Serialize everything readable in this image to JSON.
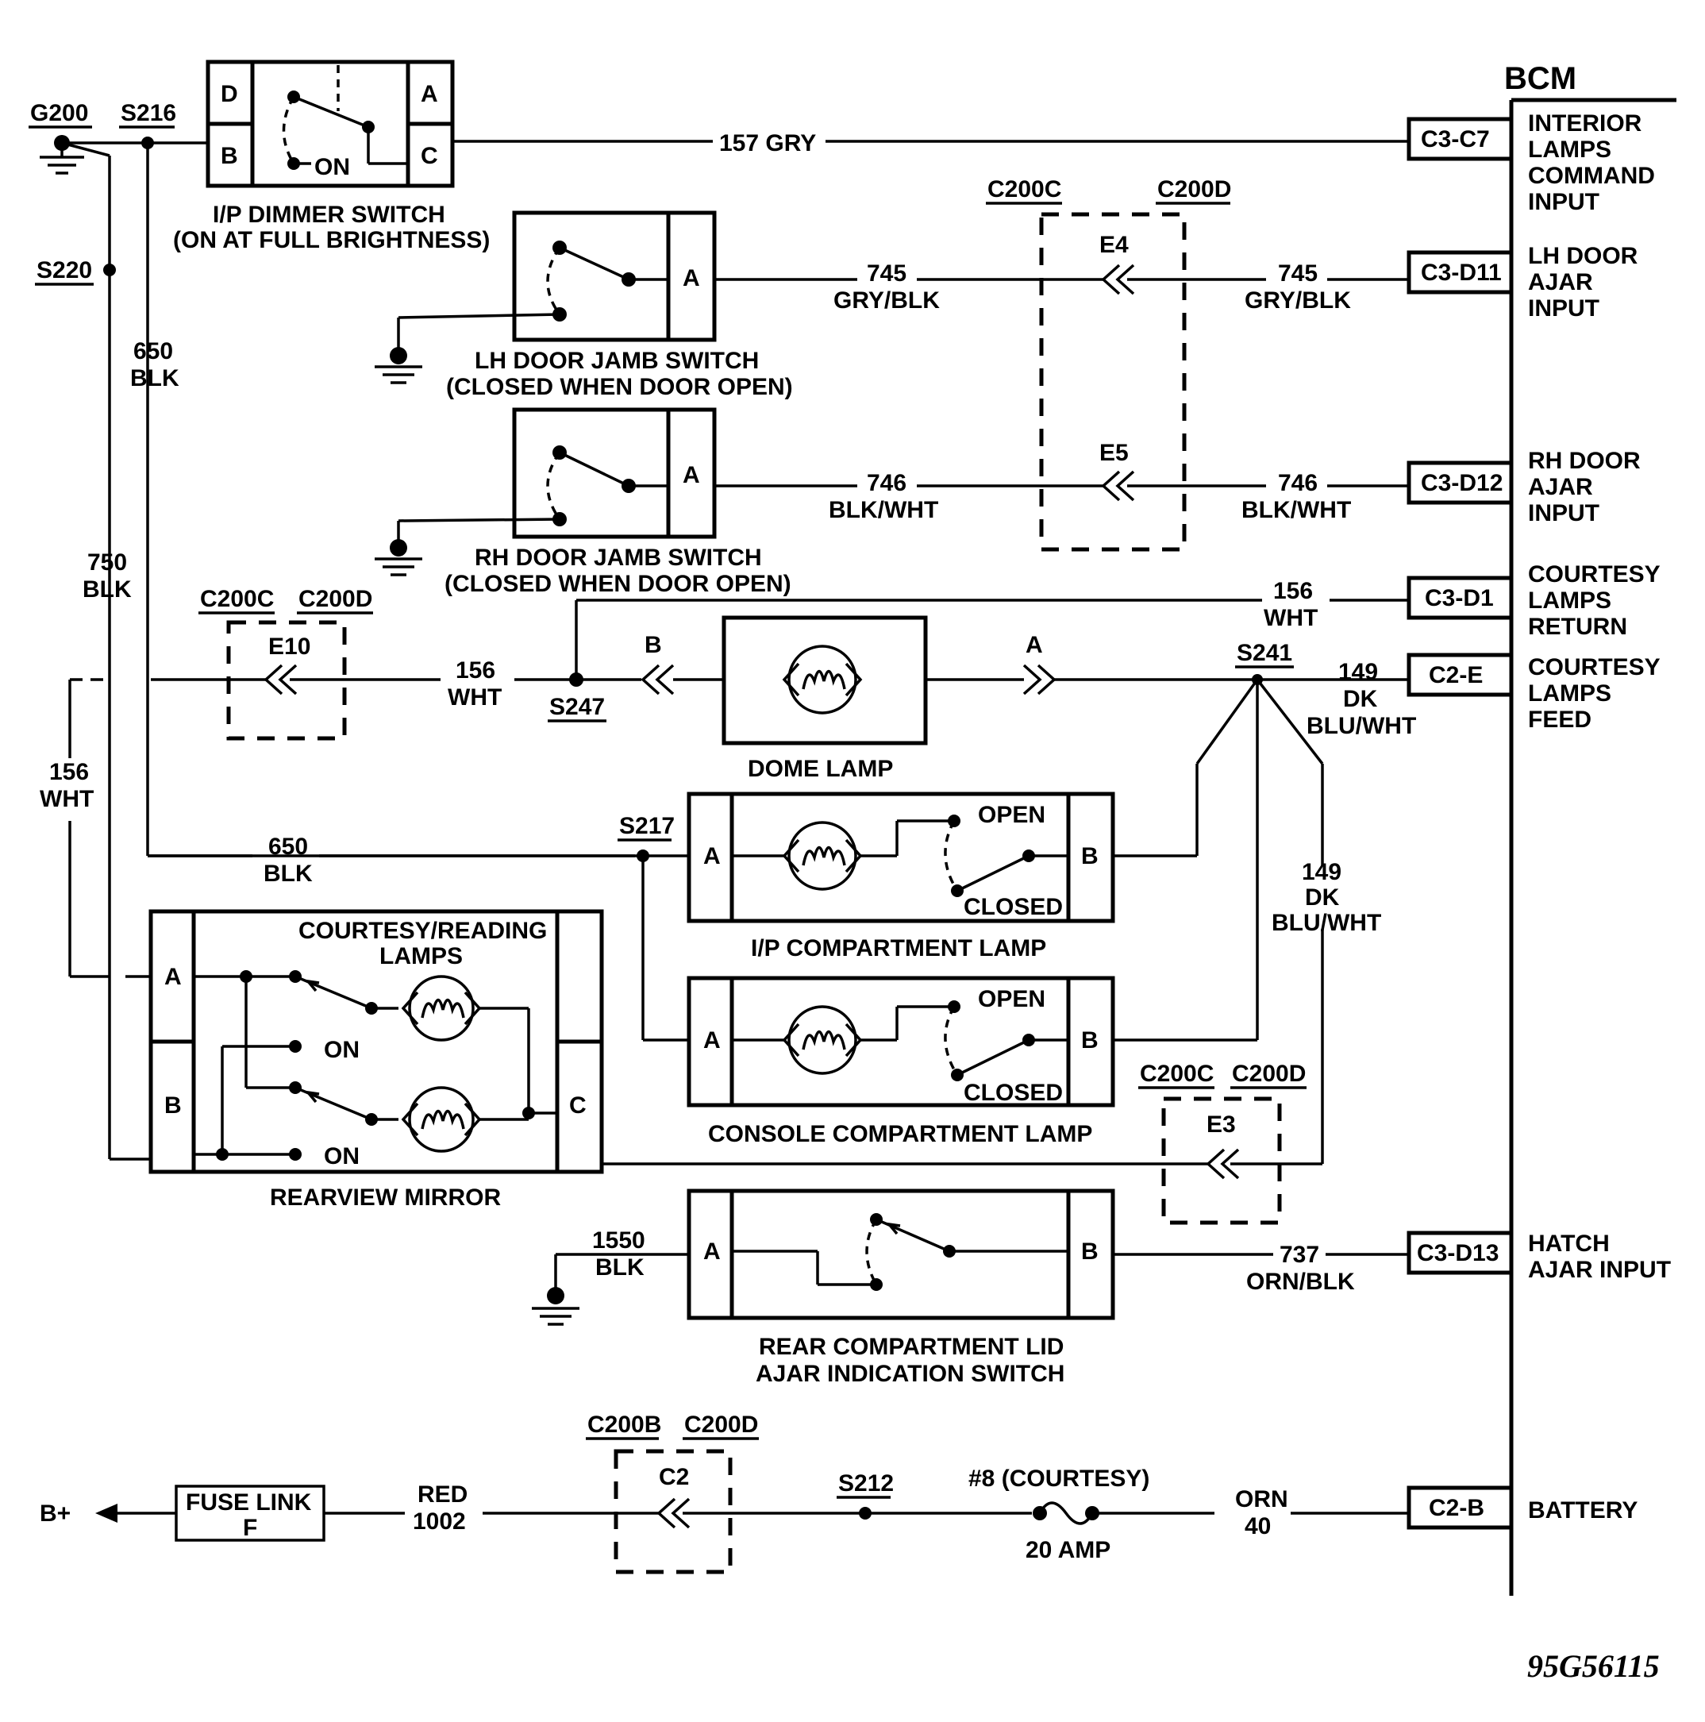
{
  "bcm": {
    "title": "BCM",
    "pins": {
      "c3c7": "C3-C7",
      "c3d11": "C3-D11",
      "c3d12": "C3-D12",
      "c3d1": "C3-D1",
      "c2e": "C2-E",
      "c3d13": "C3-D13",
      "c2b": "C2-B"
    },
    "functions": {
      "interior": [
        "INTERIOR",
        "LAMPS",
        "COMMAND",
        "INPUT"
      ],
      "lh_ajar": [
        "LH DOOR",
        "AJAR",
        "INPUT"
      ],
      "rh_ajar": [
        "RH DOOR",
        "AJAR",
        "INPUT"
      ],
      "courtesy_return": [
        "COURTESY",
        "LAMPS",
        "RETURN"
      ],
      "courtesy_feed": [
        "COURTESY",
        "LAMPS",
        "FEED"
      ],
      "hatch": [
        "HATCH",
        "AJAR INPUT"
      ],
      "battery": "BATTERY"
    }
  },
  "splices": {
    "g200": "G200",
    "s216": "S216",
    "s220": "S220",
    "s247": "S247",
    "s241": "S241",
    "s217": "S217",
    "s212": "S212"
  },
  "connectors": {
    "c200c": "C200C",
    "c200d": "C200D",
    "c200b": "C200B",
    "e4": "E4",
    "e5": "E5",
    "e10": "E10",
    "e3": "E3",
    "c2": "C2"
  },
  "wires": {
    "w157": "157 GRY",
    "w745_num": "745",
    "w745_col": "GRY/BLK",
    "w746_num": "746",
    "w746_col": "BLK/WHT",
    "w650_num": "650",
    "w650_col": "BLK",
    "w750_num": "750",
    "w750_col": "BLK",
    "w156_num": "156",
    "w156_col": "WHT",
    "w149_num": "149",
    "w149_dk": "DK",
    "w149_col": "BLU/WHT",
    "w1550_num": "1550",
    "w1550_col": "BLK",
    "w737_num": "737",
    "w737_col": "ORN/BLK",
    "w1002_col": "RED",
    "w1002_num": "1002",
    "w40_col": "ORN",
    "w40_num": "40"
  },
  "components": {
    "dimmer": {
      "name_line1": "I/P DIMMER SWITCH",
      "name_line2": "(ON AT FULL BRIGHTNESS)",
      "pins": [
        "D",
        "B",
        "A",
        "C"
      ],
      "on": "ON"
    },
    "lh_jamb": {
      "line1": "LH DOOR JAMB SWITCH",
      "line2": "(CLOSED WHEN DOOR OPEN)",
      "pin": "A"
    },
    "rh_jamb": {
      "line1": "RH DOOR JAMB SWITCH",
      "line2": "(CLOSED WHEN DOOR OPEN)",
      "pin": "A"
    },
    "dome": {
      "name": "DOME LAMP",
      "pin_b": "B",
      "pin_a": "A"
    },
    "ip_comp": {
      "name": "I/P COMPARTMENT LAMP",
      "pins": [
        "A",
        "B"
      ],
      "open": "OPEN",
      "closed": "CLOSED"
    },
    "console": {
      "name": "CONSOLE COMPARTMENT LAMP",
      "pins": [
        "A",
        "B"
      ],
      "open": "OPEN",
      "closed": "CLOSED"
    },
    "mirror": {
      "name": "REARVIEW MIRROR",
      "lamps_line1": "COURTESY/READING",
      "lamps_line2": "LAMPS",
      "pins": [
        "A",
        "B",
        "C"
      ],
      "on": "ON"
    },
    "rear_switch": {
      "line1": "REAR COMPARTMENT LID",
      "line2": "AJAR INDICATION SWITCH",
      "pins": [
        "A",
        "B"
      ]
    },
    "fuse_link": {
      "line1": "FUSE LINK",
      "line2": "F"
    },
    "fuse": {
      "name": "#8 (COURTESY)",
      "rating": "20 AMP"
    },
    "battery": "B+"
  },
  "figure_id": "95G56115"
}
